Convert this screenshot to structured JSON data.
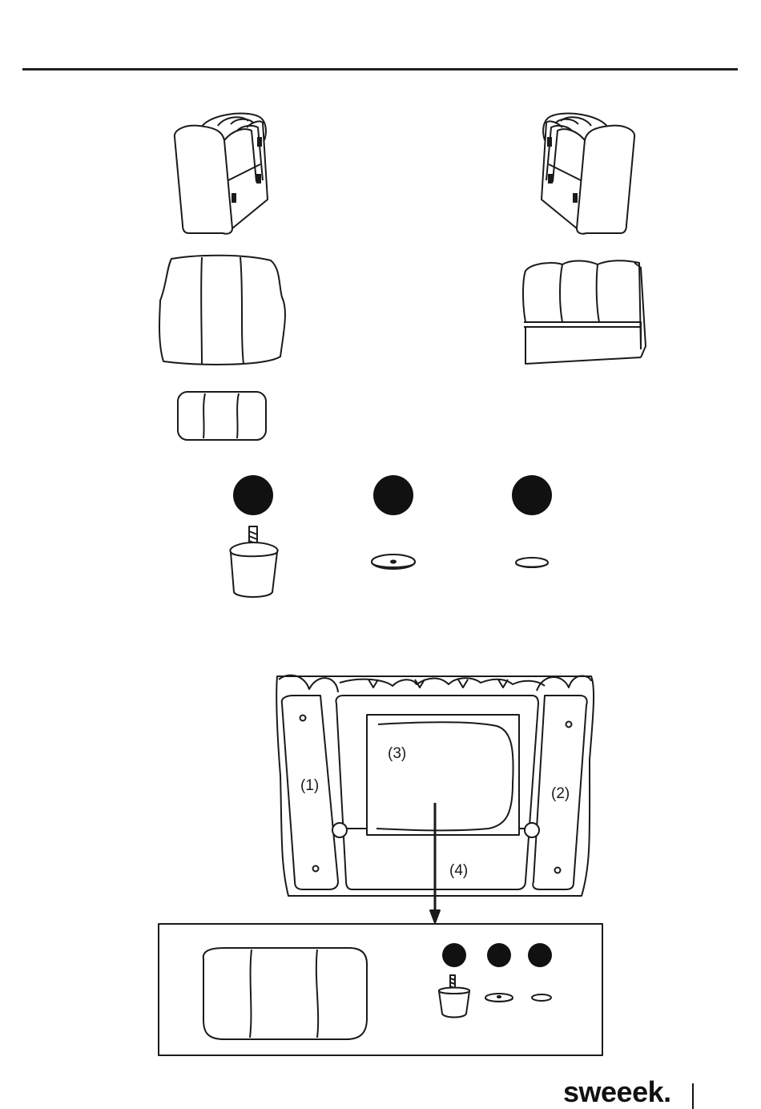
{
  "brand": {
    "name": "sweeek."
  },
  "diagram_labels": {
    "label_1": "(1)",
    "label_2": "(2)",
    "label_3": "(3)",
    "label_4": "(4)"
  },
  "colors": {
    "line": "#1a1a1a",
    "background": "#ffffff",
    "marker": "#111111"
  },
  "hardware": [
    {
      "icon": "sofa-leg-icon"
    },
    {
      "icon": "washer-icon"
    },
    {
      "icon": "felt-pad-icon"
    }
  ]
}
